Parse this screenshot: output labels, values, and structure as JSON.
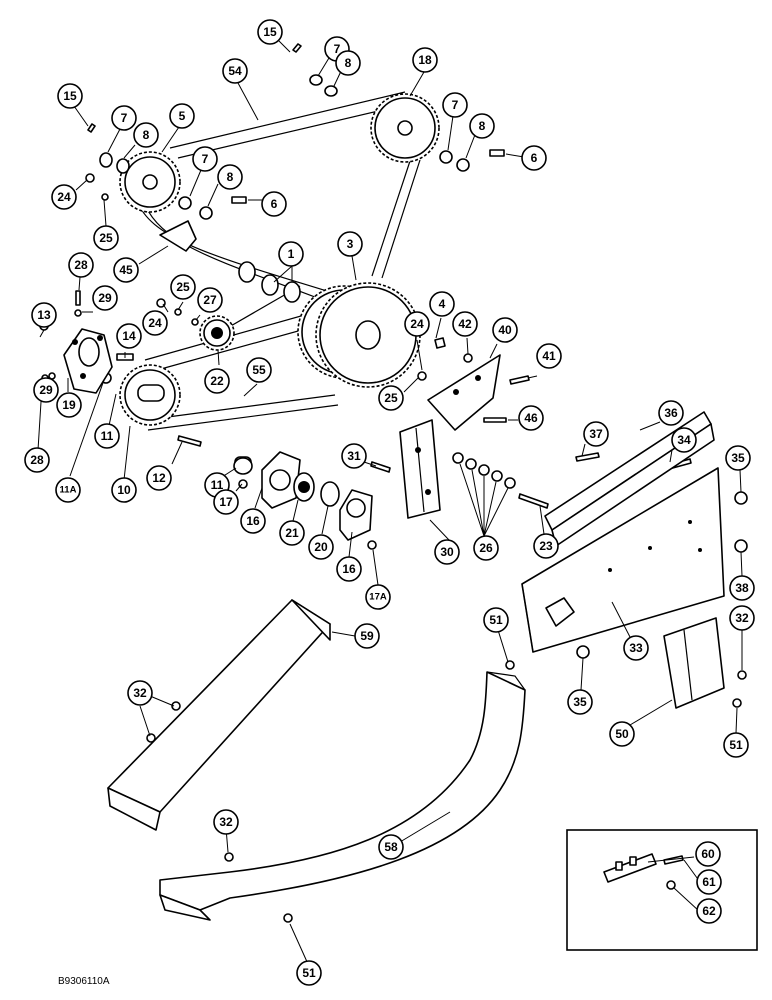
{
  "figure_id": "B9306110A",
  "callouts": [
    {
      "id": "c15a",
      "label": "15"
    },
    {
      "id": "c7a",
      "label": "7"
    },
    {
      "id": "c8a",
      "label": "8"
    },
    {
      "id": "c54",
      "label": "54"
    },
    {
      "id": "c18",
      "label": "18"
    },
    {
      "id": "c15b",
      "label": "15"
    },
    {
      "id": "c7b",
      "label": "7"
    },
    {
      "id": "c8b",
      "label": "8"
    },
    {
      "id": "c5",
      "label": "5"
    },
    {
      "id": "c7c",
      "label": "7"
    },
    {
      "id": "c8c",
      "label": "8"
    },
    {
      "id": "c6a",
      "label": "6"
    },
    {
      "id": "c7d",
      "label": "7"
    },
    {
      "id": "c8d",
      "label": "8"
    },
    {
      "id": "c6b",
      "label": "6"
    },
    {
      "id": "c24a",
      "label": "24"
    },
    {
      "id": "c25a",
      "label": "25"
    },
    {
      "id": "c45",
      "label": "45"
    },
    {
      "id": "c1",
      "label": "1"
    },
    {
      "id": "c3",
      "label": "3"
    },
    {
      "id": "c28a",
      "label": "28"
    },
    {
      "id": "c29a",
      "label": "29"
    },
    {
      "id": "c25b",
      "label": "25"
    },
    {
      "id": "c27",
      "label": "27"
    },
    {
      "id": "c24b",
      "label": "24"
    },
    {
      "id": "c13",
      "label": "13"
    },
    {
      "id": "c14",
      "label": "14"
    },
    {
      "id": "c4",
      "label": "4"
    },
    {
      "id": "c42",
      "label": "42"
    },
    {
      "id": "c24c",
      "label": "24"
    },
    {
      "id": "c40",
      "label": "40"
    },
    {
      "id": "c41",
      "label": "41"
    },
    {
      "id": "c22",
      "label": "22"
    },
    {
      "id": "c55",
      "label": "55"
    },
    {
      "id": "c25c",
      "label": "25"
    },
    {
      "id": "c29b",
      "label": "29"
    },
    {
      "id": "c19",
      "label": "19"
    },
    {
      "id": "c11a",
      "label": "11"
    },
    {
      "id": "c28b",
      "label": "28"
    },
    {
      "id": "c46",
      "label": "46"
    },
    {
      "id": "c36",
      "label": "36"
    },
    {
      "id": "c37",
      "label": "37"
    },
    {
      "id": "c10",
      "label": "10"
    },
    {
      "id": "c11b",
      "label": "11A"
    },
    {
      "id": "c12",
      "label": "12"
    },
    {
      "id": "c31",
      "label": "31"
    },
    {
      "id": "c34",
      "label": "34"
    },
    {
      "id": "c35a",
      "label": "35"
    },
    {
      "id": "c11c",
      "label": "11"
    },
    {
      "id": "c17",
      "label": "17"
    },
    {
      "id": "c16a",
      "label": "16"
    },
    {
      "id": "c21",
      "label": "21"
    },
    {
      "id": "c20",
      "label": "20"
    },
    {
      "id": "c16b",
      "label": "16"
    },
    {
      "id": "c30",
      "label": "30"
    },
    {
      "id": "c26",
      "label": "26"
    },
    {
      "id": "c23",
      "label": "23"
    },
    {
      "id": "c38",
      "label": "38"
    },
    {
      "id": "c17a",
      "label": "17A"
    },
    {
      "id": "c59",
      "label": "59"
    },
    {
      "id": "c51a",
      "label": "51"
    },
    {
      "id": "c33",
      "label": "33"
    },
    {
      "id": "c32a",
      "label": "32"
    },
    {
      "id": "c35b",
      "label": "35"
    },
    {
      "id": "c32b",
      "label": "32"
    },
    {
      "id": "c50",
      "label": "50"
    },
    {
      "id": "c51b",
      "label": "51"
    },
    {
      "id": "c58",
      "label": "58"
    },
    {
      "id": "c32c",
      "label": "32"
    },
    {
      "id": "c60",
      "label": "60"
    },
    {
      "id": "c61",
      "label": "61"
    },
    {
      "id": "c62",
      "label": "62"
    },
    {
      "id": "c51c",
      "label": "51"
    }
  ]
}
